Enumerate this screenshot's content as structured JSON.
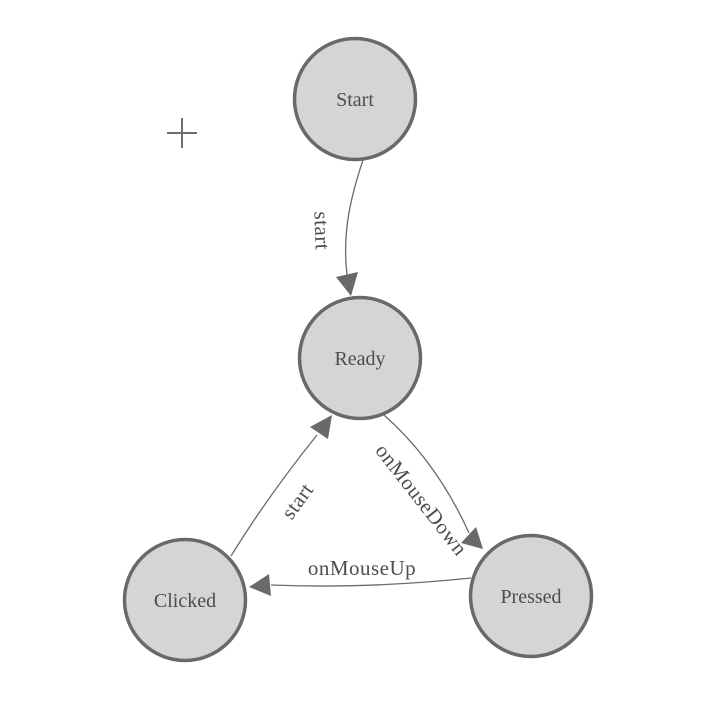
{
  "app": {
    "name": "state-machine-diagram"
  },
  "palette": {
    "background": "#ffffff",
    "node_fill": "#d5d5d5",
    "node_stroke": "#696969",
    "edge_stroke": "#6b6b6b",
    "arrow_fill": "#696969",
    "label_color": "#4d4d4d",
    "crosshair_color": "#6e6e6e"
  },
  "diagram": {
    "type": "state-machine",
    "nodes": [
      {
        "id": "start",
        "label": "Start"
      },
      {
        "id": "ready",
        "label": "Ready"
      },
      {
        "id": "clicked",
        "label": "Clicked"
      },
      {
        "id": "pressed",
        "label": "Pressed"
      }
    ],
    "edges": [
      {
        "from": "Start",
        "to": "Ready",
        "label": "start"
      },
      {
        "from": "Ready",
        "to": "Pressed",
        "label": "onMouseDown"
      },
      {
        "from": "Pressed",
        "to": "Clicked",
        "label": "onMouseUp"
      },
      {
        "from": "Clicked",
        "to": "Ready",
        "label": "start"
      }
    ],
    "markers": [
      {
        "name": "crosshair-marker",
        "symbol": "+"
      }
    ]
  }
}
